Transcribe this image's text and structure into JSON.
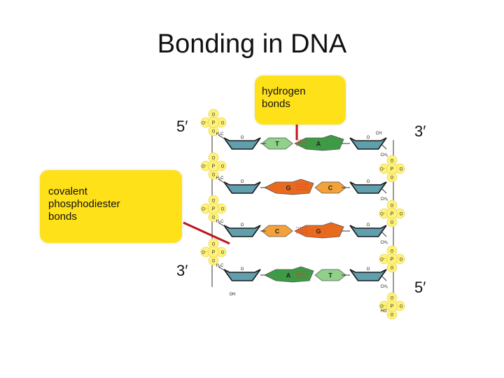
{
  "title": "Bonding in DNA",
  "callouts": {
    "hydrogen": [
      "hydrogen",
      "bonds"
    ],
    "covalent": [
      "covalent",
      "phosphodiester",
      "bonds"
    ]
  },
  "strand_ends": {
    "left_top": "5′",
    "left_bottom": "3′",
    "right_top": "3′",
    "right_bottom": "5′"
  },
  "base_pairs": [
    [
      "T",
      "A"
    ],
    [
      "G",
      "C"
    ],
    [
      "C",
      "G"
    ],
    [
      "A",
      "T"
    ]
  ],
  "chem_labels": {
    "phosphorus": "P",
    "oxygen": "O",
    "hydroxyl": "OH",
    "minus_oxygen": "O⁻",
    "h2c": "H₂C",
    "ch2": "CH₂",
    "ch": "CH",
    "ho": "HO"
  },
  "colors": {
    "callout": "#ffe119",
    "sugar": "#5f9fae",
    "thymine": "#8fd08a",
    "adenine": "#3e9a45",
    "guanine": "#e86a1e",
    "cytosine": "#f3a23a",
    "phosphate": "#fff27a",
    "pointer": "#c0141c"
  }
}
